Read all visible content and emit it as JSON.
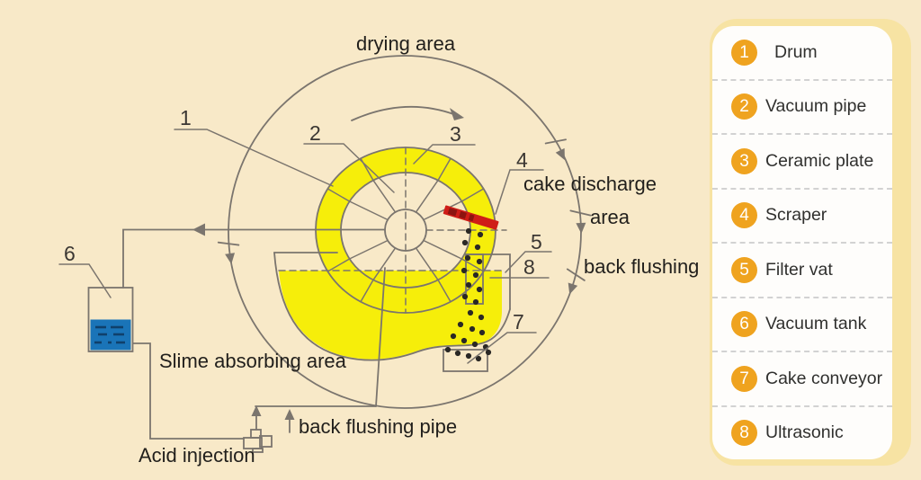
{
  "colors": {
    "bg": "#f8e9c8",
    "band": "#f7e3a3",
    "panel": "#fefdfb",
    "orange": "#efa31f",
    "yellow": "#f6ee0a",
    "red": "#cf1d17",
    "red_dark": "#8c1410",
    "blue": "#1a74b8",
    "line": "#7b756e",
    "text": "#211f1c",
    "sep": "#d2d2d2",
    "label": "#30302e",
    "dot": "#2a2825"
  },
  "diagram": {
    "labels": {
      "drying_area": "drying area",
      "cake_discharge": "cake discharge",
      "cake_discharge_area": "area",
      "back_flushing": "back flushing",
      "slime_absorbing": "Slime absorbing area",
      "back_flushing_pipe": "back flushing pipe",
      "acid_injection": "Acid injection"
    },
    "callouts": [
      {
        "num": "1",
        "target": "drum"
      },
      {
        "num": "2",
        "target": "vacuum-pipe"
      },
      {
        "num": "3",
        "target": "ceramic-plate"
      },
      {
        "num": "4",
        "target": "scraper"
      },
      {
        "num": "5",
        "target": "filter-vat"
      },
      {
        "num": "6",
        "target": "vacuum-tank"
      },
      {
        "num": "7",
        "target": "cake-conveyor"
      },
      {
        "num": "8",
        "target": "ultrasonic"
      }
    ]
  },
  "legend": {
    "items": [
      {
        "num": "1",
        "label": "Drum"
      },
      {
        "num": "2",
        "label": "Vacuum pipe"
      },
      {
        "num": "3",
        "label": "Ceramic plate"
      },
      {
        "num": "4",
        "label": "Scraper"
      },
      {
        "num": "5",
        "label": "Filter vat"
      },
      {
        "num": "6",
        "label": "Vacuum tank"
      },
      {
        "num": "7",
        "label": "Cake conveyor"
      },
      {
        "num": "8",
        "label": "Ultrasonic"
      }
    ]
  }
}
